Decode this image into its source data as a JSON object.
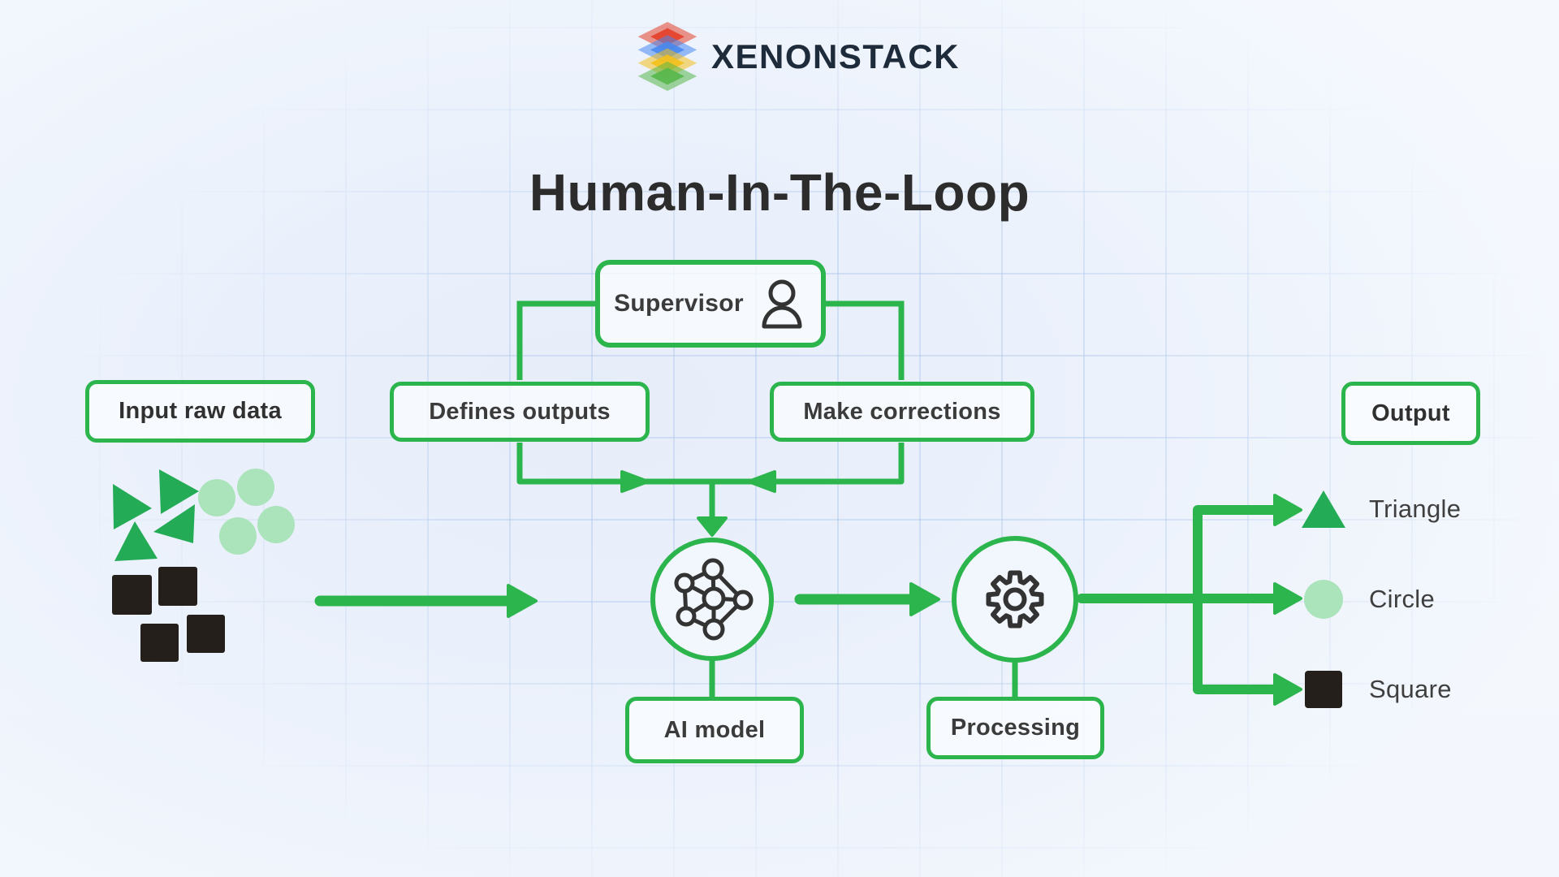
{
  "brand": {
    "name": "XENONSTACK",
    "logo_icon": "layer-stack-icon"
  },
  "title": "Human-In-The-Loop",
  "boxes": {
    "supervisor": "Supervisor",
    "defines_outputs": "Defines outputs",
    "make_corrections": "Make corrections",
    "input_raw_data": "Input raw data",
    "ai_model": "AI model",
    "processing": "Processing",
    "output": "Output"
  },
  "icons": {
    "supervisor": "person-icon",
    "ai_model": "neural-network-icon",
    "processing": "gear-icon"
  },
  "legend": [
    {
      "shape": "triangle",
      "label": "Triangle"
    },
    {
      "shape": "circle",
      "label": "Circle"
    },
    {
      "shape": "square",
      "label": "Square"
    }
  ],
  "colors": {
    "accent": "#2db54d",
    "triangle": "#23ab55",
    "circle_fill": "#abe3bb",
    "square_fill": "#251f1c",
    "text": "#3b3b3b",
    "title_text": "#2c2c2c",
    "brand_text": "#1e2b3a",
    "logo_red": "#e3402a",
    "logo_blue": "#4788ee",
    "logo_yellow": "#f3c019",
    "logo_green": "#57b74b"
  }
}
